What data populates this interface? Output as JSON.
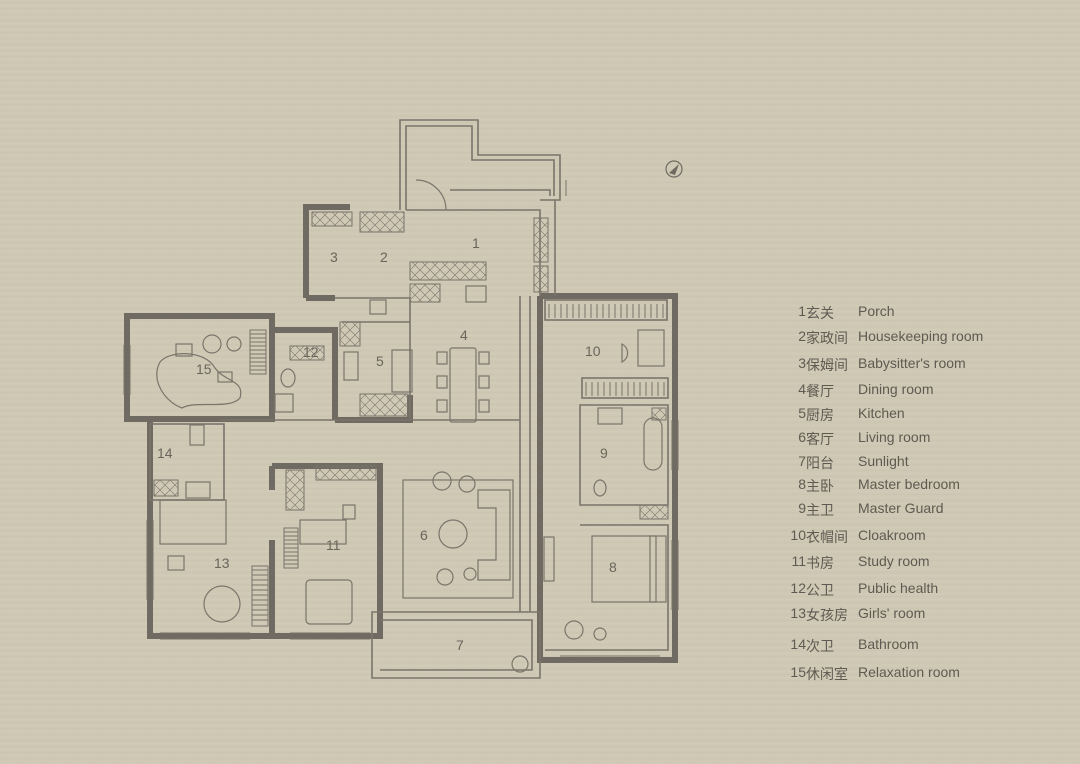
{
  "rooms": [
    {
      "num": "1",
      "cn": "玄关",
      "en": "Porch"
    },
    {
      "num": "2",
      "cn": "家政间",
      "en": "Housekeeping room"
    },
    {
      "num": "3",
      "cn": "保姆间",
      "en": "Babysitter's room"
    },
    {
      "num": "4",
      "cn": "餐厅",
      "en": "Dining room"
    },
    {
      "num": "5",
      "cn": "厨房",
      "en": "Kitchen"
    },
    {
      "num": "6",
      "cn": "客厅",
      "en": "Living room"
    },
    {
      "num": "7",
      "cn": "阳台",
      "en": "Sunlight"
    },
    {
      "num": "8",
      "cn": "主卧",
      "en": "Master bedroom"
    },
    {
      "num": "9",
      "cn": "主卫",
      "en": "Master Guard"
    },
    {
      "num": "10",
      "cn": "衣帽间",
      "en": "Cloakroom"
    },
    {
      "num": "11",
      "cn": "书房",
      "en": "Study  room"
    },
    {
      "num": "12",
      "cn": "公卫",
      "en": "Public health"
    },
    {
      "num": "13",
      "cn": "女孩房",
      "en": "Girls' room"
    },
    {
      "num": "14",
      "cn": "次卫",
      "en": "Bathroom"
    },
    {
      "num": "15",
      "cn": "休闲室",
      "en": "Relaxation room"
    }
  ],
  "colors": {
    "background": "#cfc8b4",
    "wall": "#6f6a62",
    "line": "#7a746b",
    "text": "#5f5a52"
  },
  "icons": {
    "compass": "north-arrow-icon"
  }
}
